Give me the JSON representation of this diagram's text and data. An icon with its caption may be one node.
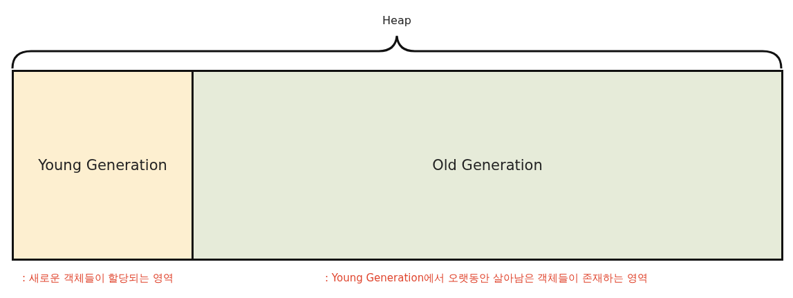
{
  "diagram": {
    "nodes": [
      {
        "text": [
          "Young Generation"
        ],
        "beside": [
          ": 새로운 객체들이 할당되는 영역"
        ]
      },
      {
        "text": [
          "Old Generation"
        ],
        "beside": [
          ": Young Generation에서 오랫동안 살아남은 객체들이 존재하는 영역"
        ]
      }
    ],
    "labels": [
      "Heap"
    ]
  }
}
